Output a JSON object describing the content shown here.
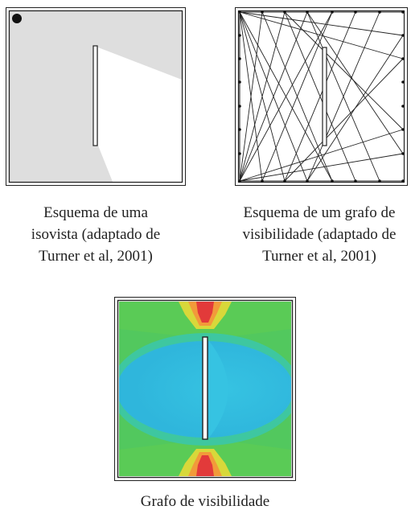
{
  "figures": {
    "isovist": {
      "caption_lines": [
        "Esquema de uma",
        "isovista (adaptado de",
        "Turner et al, 2001)"
      ],
      "colors": {
        "frame": "#222222",
        "shadow": "#dedede",
        "visible": "#ffffff",
        "observer": "#111111"
      },
      "icon": "observer-dot"
    },
    "visibility_graph": {
      "caption_lines": [
        "Esquema de um grafo de",
        "visibilidade (adaptado de",
        "Turner et al, 2001)"
      ],
      "colors": {
        "frame": "#222222",
        "edge": "#222222",
        "node": "#111111"
      }
    },
    "visibility_graph_map": {
      "caption_lines": [
        "Grafo de visibilidade"
      ],
      "colors": {
        "outer": "#52c85e",
        "mid": "#3ec7a0",
        "center": "#2fb6dc",
        "center_light": "#36c3e2",
        "yellow": "#d8d83a",
        "orange": "#f29a3a",
        "red": "#e23a3a",
        "wall": "#ffffff",
        "frame": "#222222"
      }
    }
  }
}
